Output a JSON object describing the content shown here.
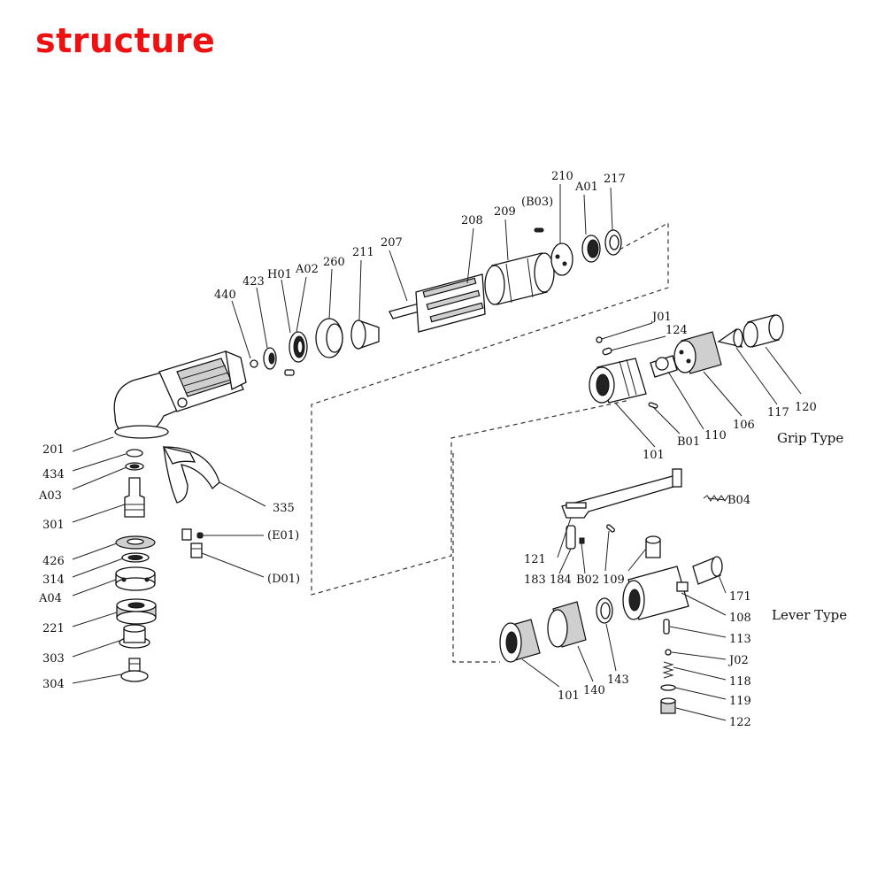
{
  "title": "structure",
  "colors": {
    "title": "#ee1111",
    "ink": "#111111"
  },
  "groups": {
    "grip": "Grip Type",
    "lever": "Lever Type"
  },
  "labels": {
    "p440": "440",
    "p423": "423",
    "pH01": "H01",
    "pA02": "A02",
    "p260": "260",
    "p211": "211",
    "p207": "207",
    "p208": "208",
    "p209": "209",
    "pB03": "(B03)",
    "p210": "210",
    "pA01": "A01",
    "p217": "217",
    "pJ01": "J01",
    "p124": "124",
    "p101g": "101",
    "pB01": "B01",
    "p110": "110",
    "p106": "106",
    "p117": "117",
    "p120": "120",
    "p201": "201",
    "p434": "434",
    "pA03": "A03",
    "p301": "301",
    "p426": "426",
    "p314": "314",
    "pA04": "A04",
    "p221": "221",
    "p303": "303",
    "p304": "304",
    "p335": "335",
    "pE01": "(E01)",
    "pD01": "(D01)",
    "pB04": "B04",
    "p121": "121",
    "p183": "183",
    "p184": "184",
    "pB02": "B02",
    "p109": "109",
    "p171": "171",
    "p108": "108",
    "p113": "113",
    "pJ02": "J02",
    "p118": "118",
    "p119": "119",
    "p122": "122",
    "p101l": "101",
    "p140": "140",
    "p143": "143"
  }
}
